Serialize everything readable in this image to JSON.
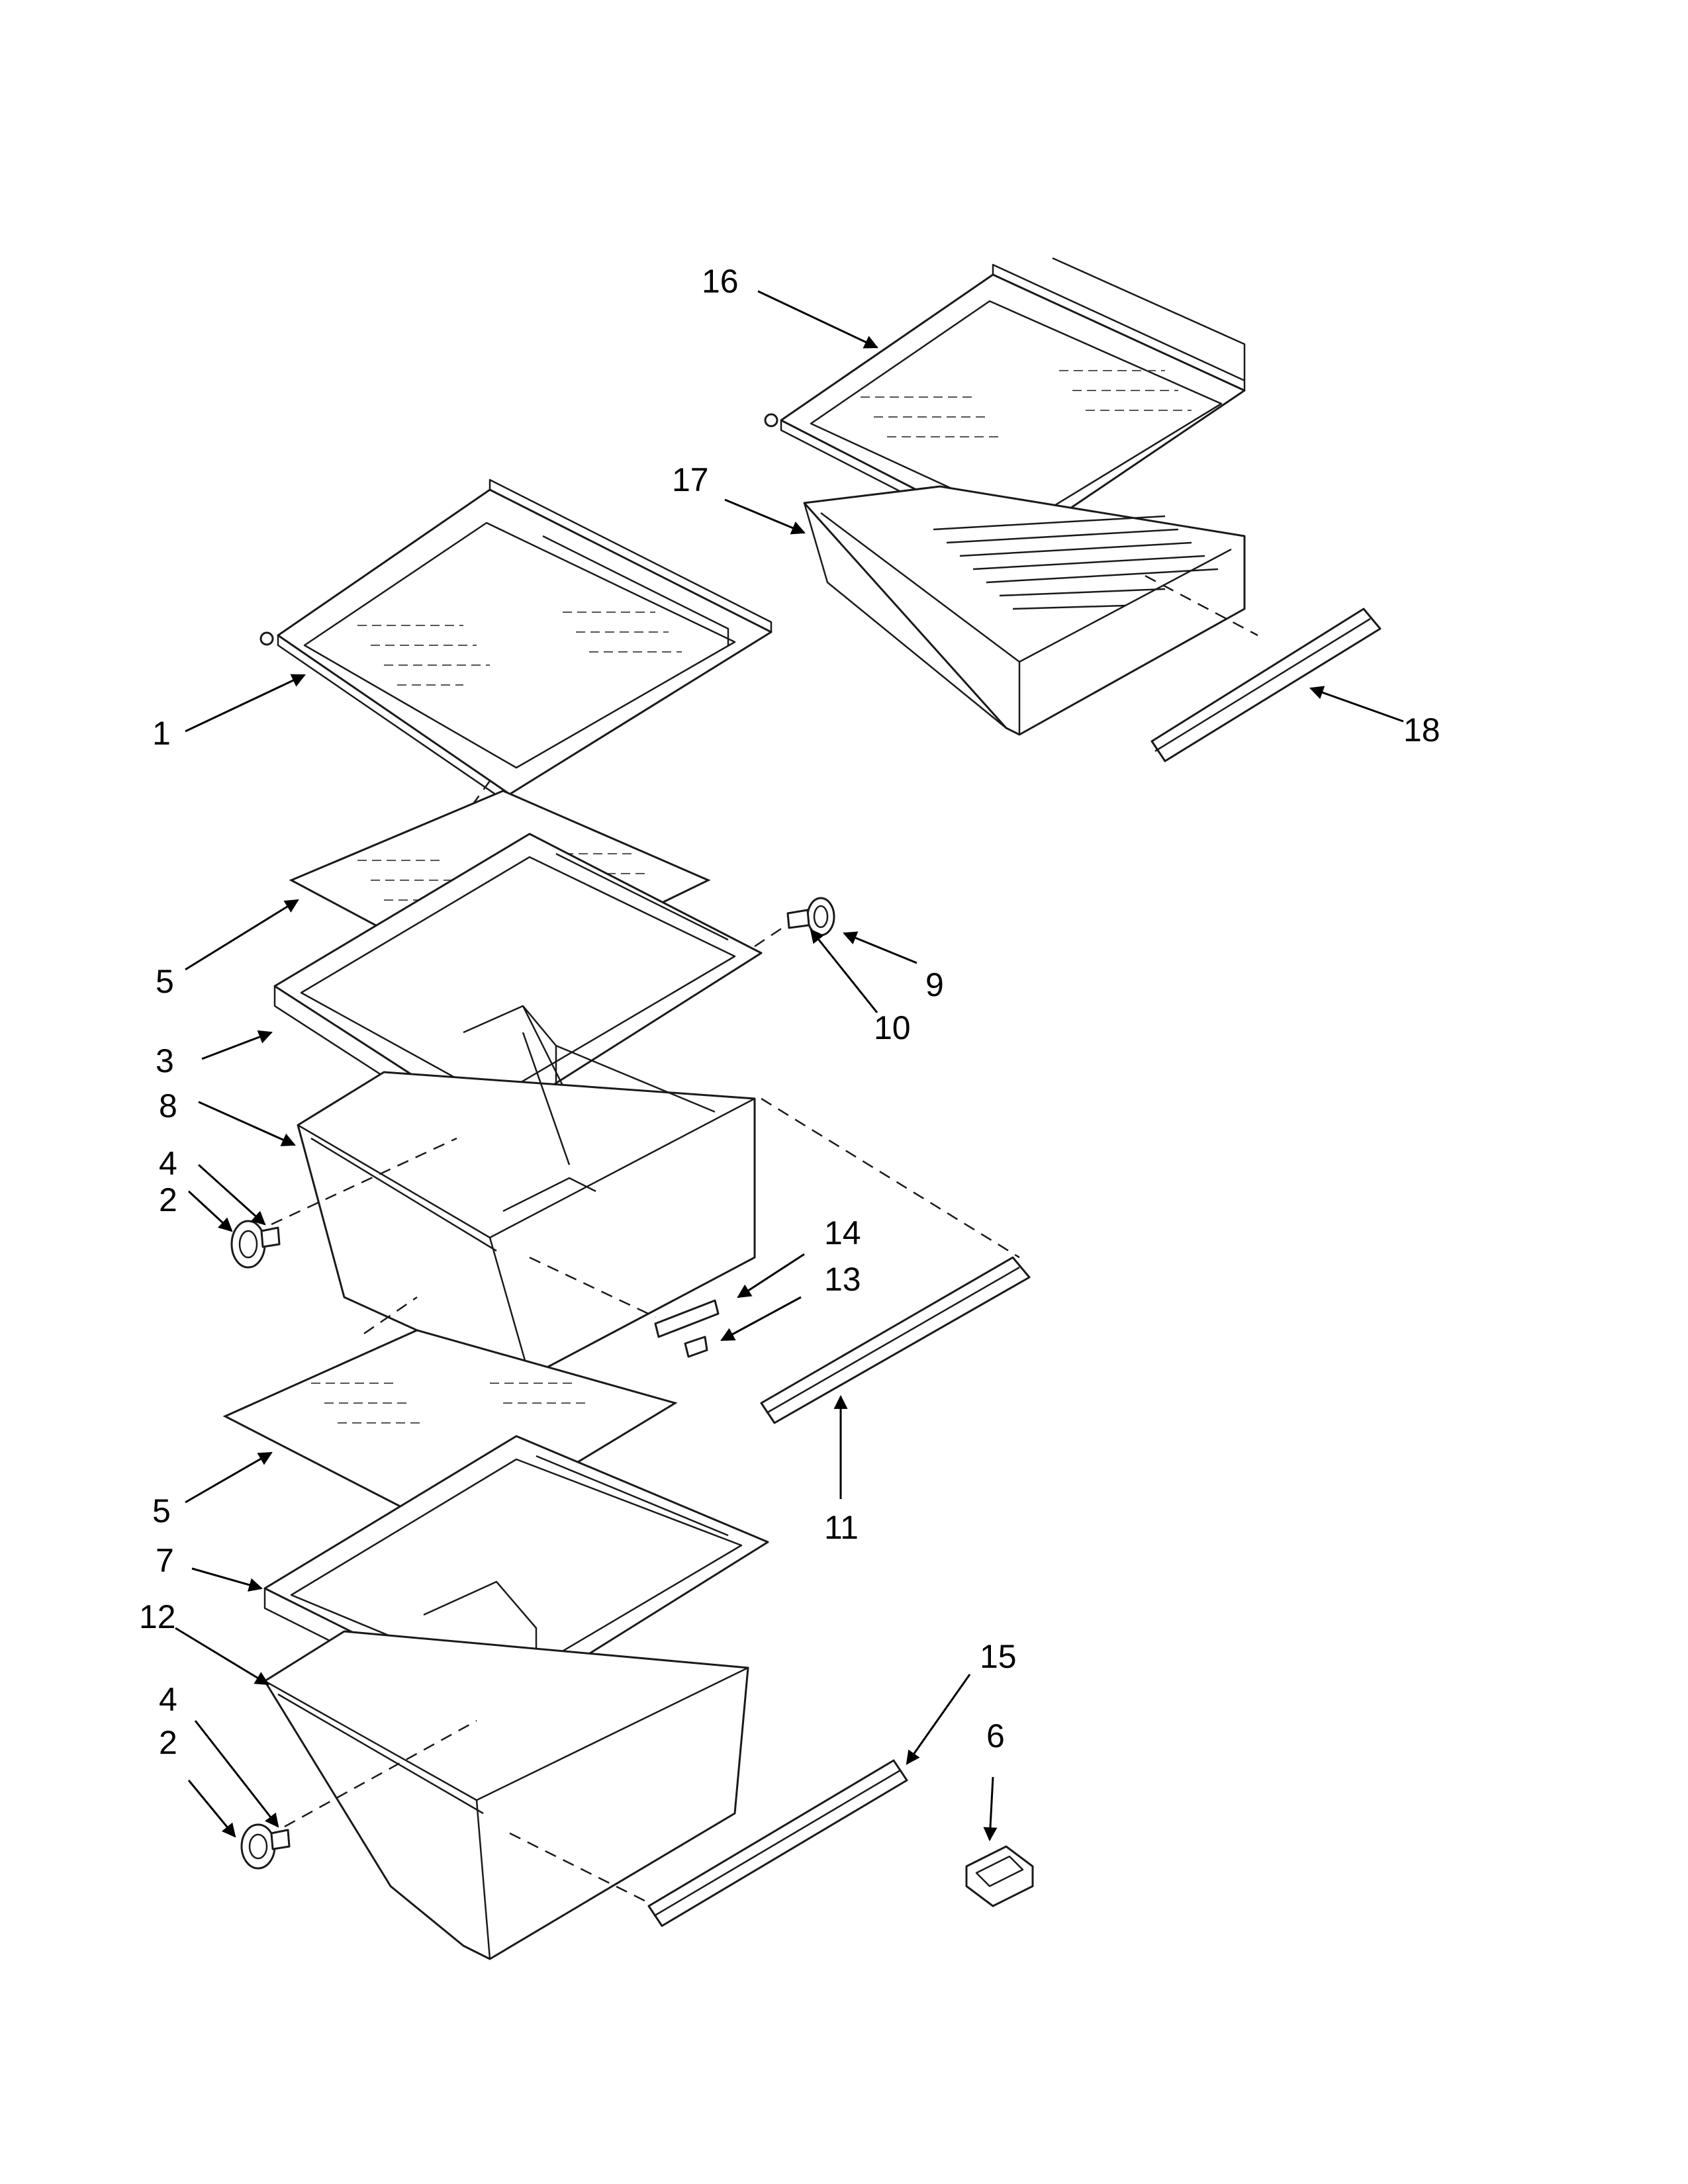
{
  "callouts": [
    {
      "id": "16",
      "label": "16"
    },
    {
      "id": "17",
      "label": "17"
    },
    {
      "id": "18",
      "label": "18"
    },
    {
      "id": "1",
      "label": "1"
    },
    {
      "id": "5a",
      "label": "5"
    },
    {
      "id": "3",
      "label": "3"
    },
    {
      "id": "9",
      "label": "9"
    },
    {
      "id": "10",
      "label": "10"
    },
    {
      "id": "8",
      "label": "8"
    },
    {
      "id": "4a",
      "label": "4"
    },
    {
      "id": "2a",
      "label": "2"
    },
    {
      "id": "14",
      "label": "14"
    },
    {
      "id": "13",
      "label": "13"
    },
    {
      "id": "11",
      "label": "11"
    },
    {
      "id": "5b",
      "label": "5"
    },
    {
      "id": "7",
      "label": "7"
    },
    {
      "id": "12",
      "label": "12"
    },
    {
      "id": "15",
      "label": "15"
    },
    {
      "id": "6",
      "label": "6"
    },
    {
      "id": "4b",
      "label": "4"
    },
    {
      "id": "2b",
      "label": "2"
    }
  ]
}
